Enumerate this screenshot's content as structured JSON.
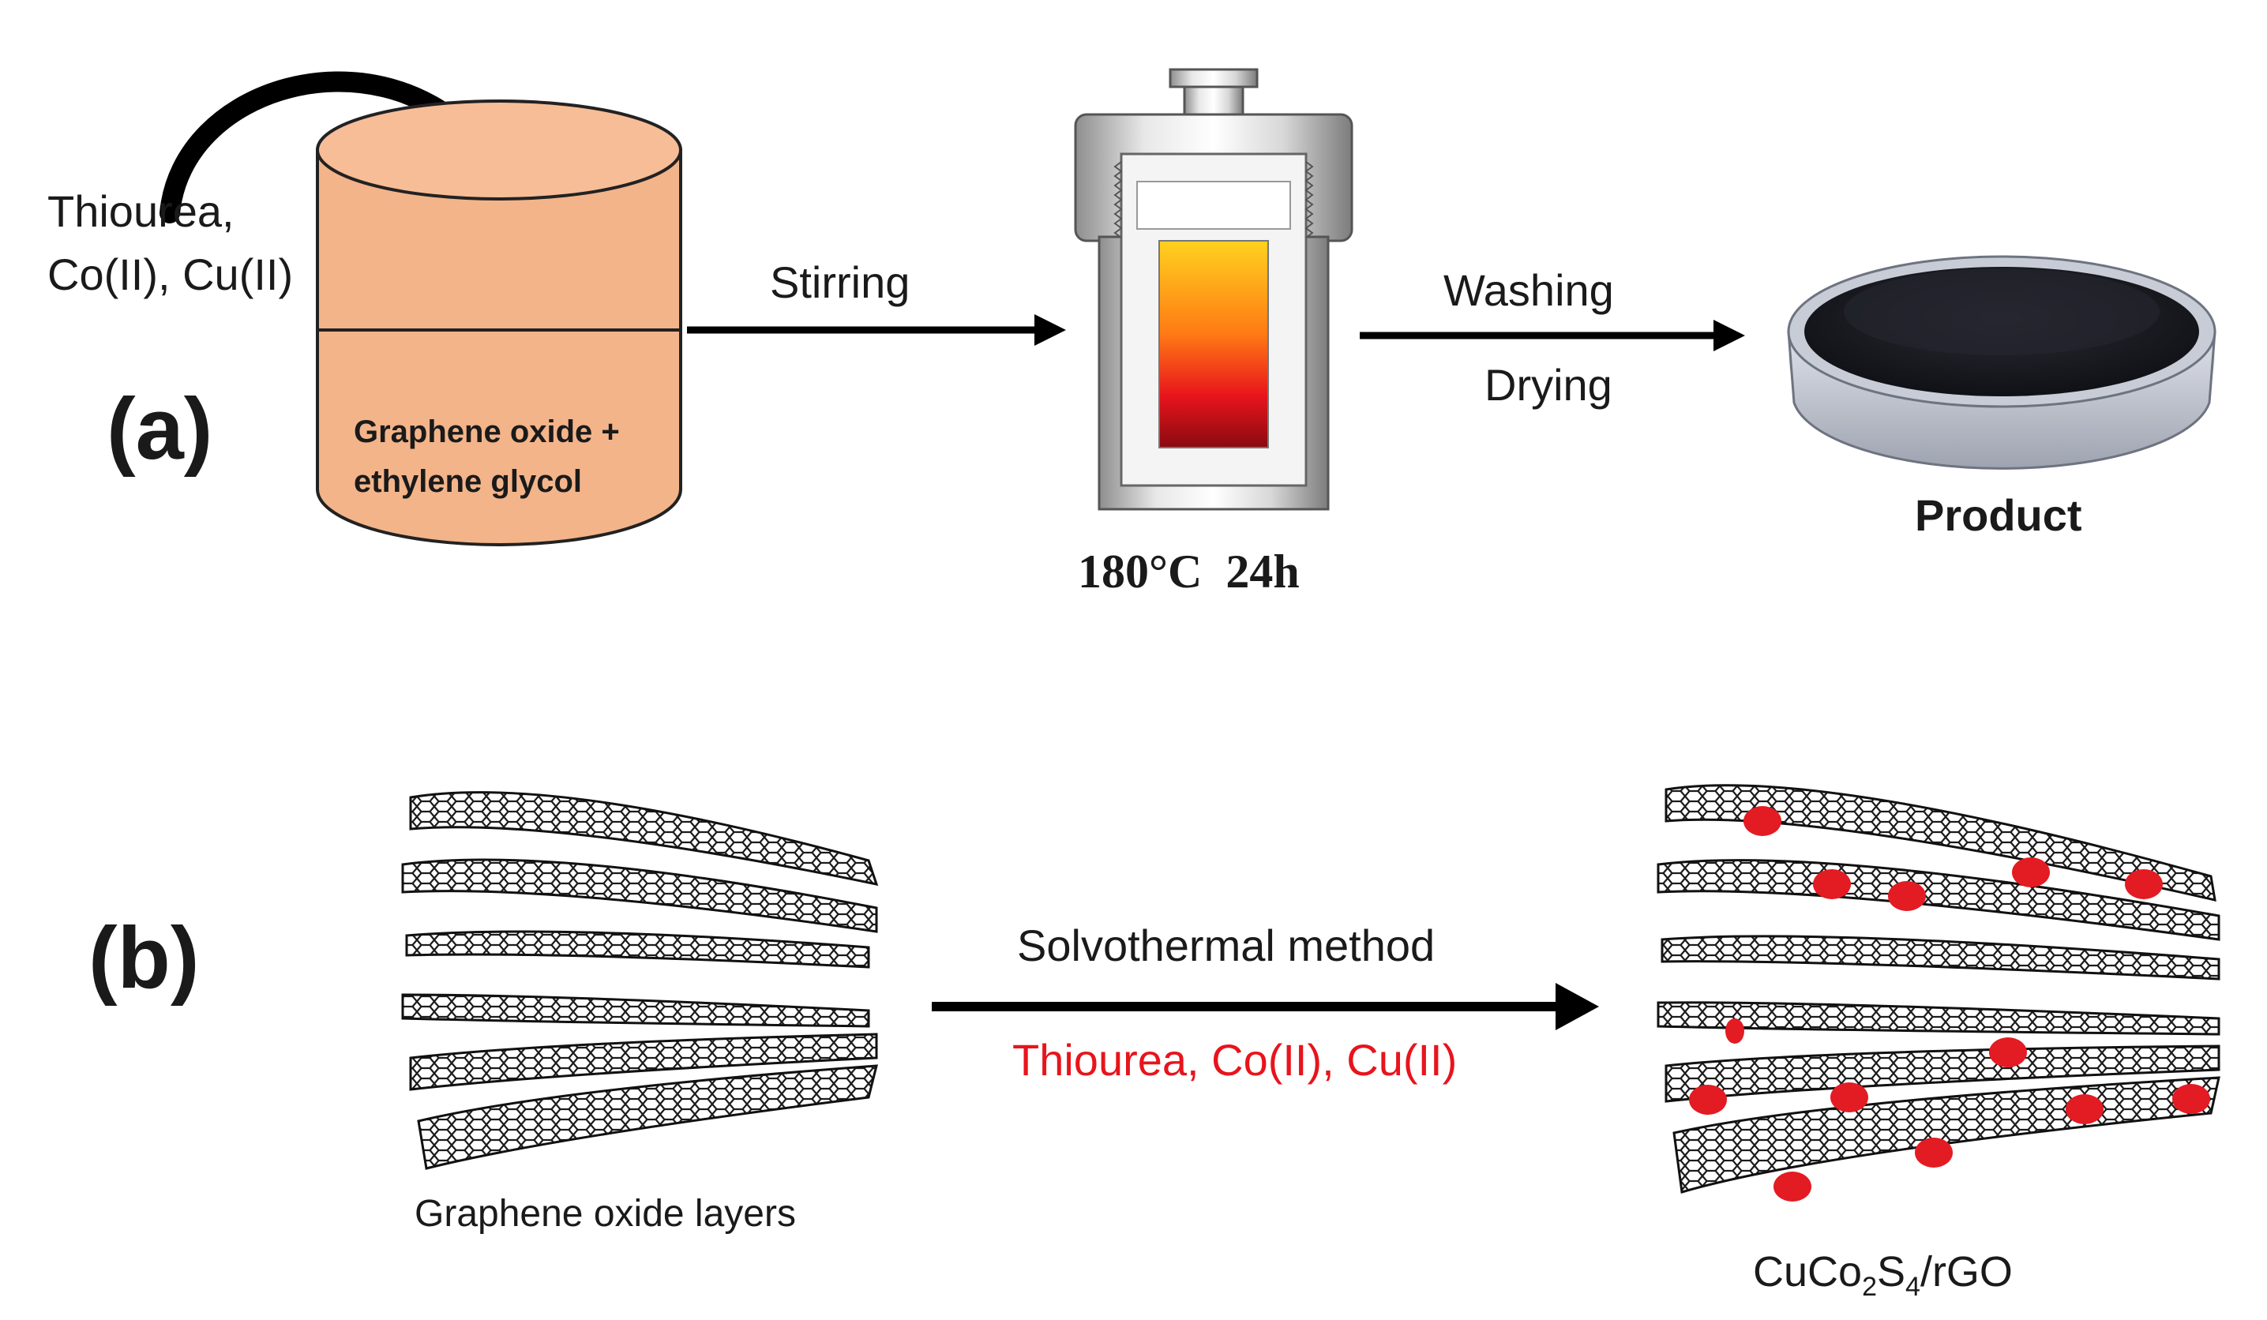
{
  "panel_a": {
    "label": "(a)",
    "reactants": [
      "Thiourea,",
      "Co(II), Cu(II)"
    ],
    "beaker_text": [
      "Graphene oxide +",
      "ethylene glycol"
    ],
    "step1": "Stirring",
    "autoclave_condition": "180°C  24h",
    "step2_line1": "Washing",
    "step2_line2": "Drying",
    "product": "Product"
  },
  "panel_b": {
    "label": "(b)",
    "left_caption": "Graphene oxide layers",
    "method": "Solvothermal method",
    "reagents": "Thiourea, Co(II), Cu(II)",
    "right_caption_main": "CuCo",
    "right_caption_sub1": "2",
    "right_caption_mid": "S",
    "right_caption_sub2": "4",
    "right_caption_tail": "/rGO"
  },
  "colors": {
    "beaker": "#f3b48a",
    "beaker_outline": "#222222",
    "arrow": "#000000",
    "reagent_red": "#e8141c",
    "particle_red": "#e31b23",
    "powder": "#1c1d22"
  }
}
